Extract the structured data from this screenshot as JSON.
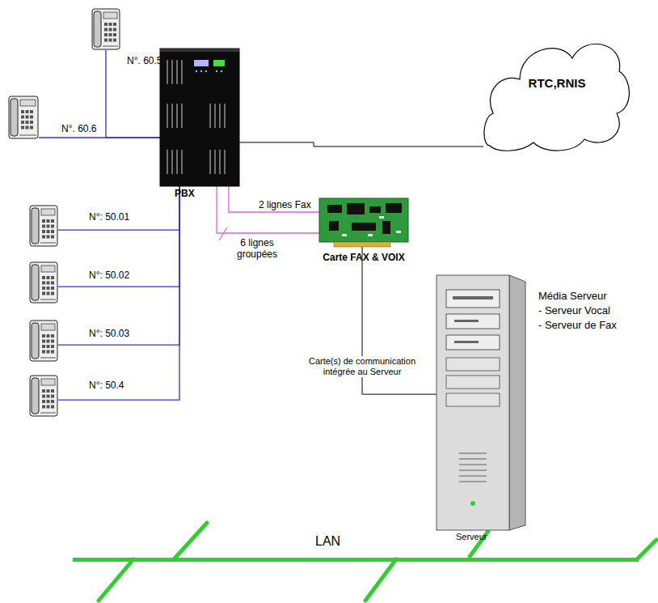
{
  "diagram": {
    "nodes": [
      {
        "text": [
          "N°. 60.5"
        ]
      },
      {
        "text": [
          "N°. 60.6"
        ]
      },
      {
        "text": [
          "PBX"
        ]
      },
      {
        "text": [
          "RTC,RNIS"
        ]
      },
      {
        "text": [
          "N°: 50.01"
        ]
      },
      {
        "text": [
          "N°: 50.02"
        ]
      },
      {
        "text": [
          "N°: 50.03"
        ]
      },
      {
        "text": [
          "N°: 50.4"
        ]
      },
      {
        "text": [
          "Carte FAX & VOIX"
        ]
      },
      {
        "text": [
          "Média Serveur",
          "- Serveur Vocal",
          "- Serveur de Fax",
          "Serveur"
        ]
      },
      {
        "text": [
          "LAN"
        ]
      }
    ],
    "edges": [
      {
        "from": 0,
        "to": 2,
        "arrow": "none"
      },
      {
        "from": 1,
        "to": 2,
        "arrow": "none"
      },
      {
        "from": 4,
        "to": 2,
        "arrow": "none"
      },
      {
        "from": 5,
        "to": 2,
        "arrow": "none"
      },
      {
        "from": 6,
        "to": 2,
        "arrow": "none"
      },
      {
        "from": 7,
        "to": 2,
        "arrow": "none"
      },
      {
        "from": 2,
        "to": 3,
        "arrow": "none"
      },
      {
        "from": 2,
        "to": 8,
        "label": "2 lignes Fax",
        "arrow": "none"
      },
      {
        "from": 2,
        "to": 8,
        "label": "6 lignes groupées",
        "arrow": "none"
      },
      {
        "from": 8,
        "to": 9,
        "label": "Carte(s) de communication intégrée au Serveur",
        "arrow": "none"
      },
      {
        "from": 9,
        "to": 10,
        "arrow": "none"
      }
    ]
  }
}
